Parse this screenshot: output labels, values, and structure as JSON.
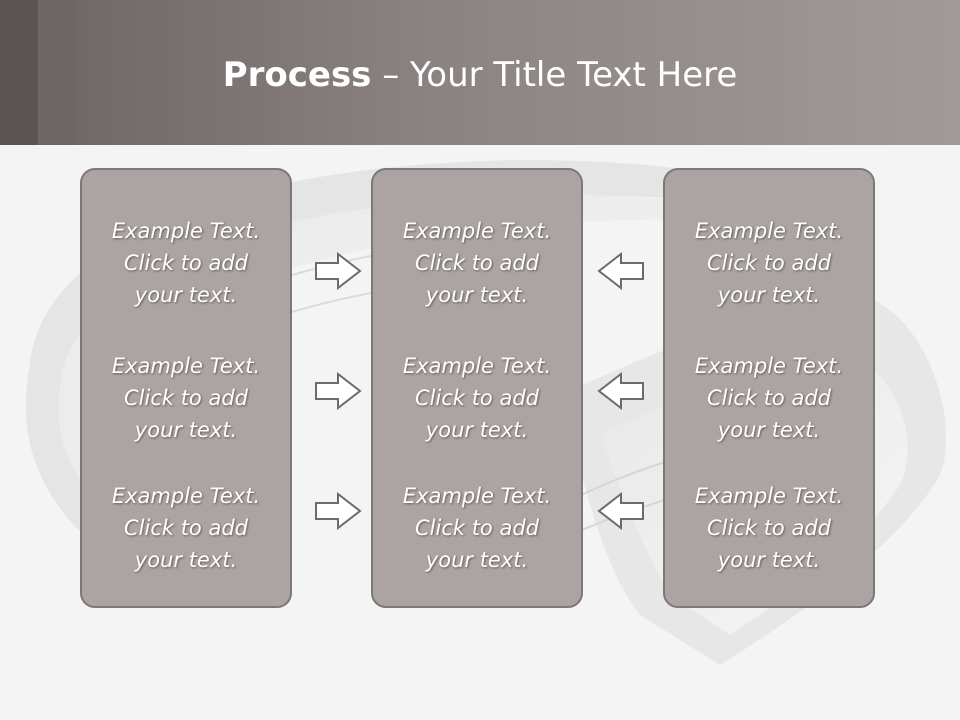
{
  "slide": {
    "title_bold": "Process",
    "title_rest": " – Your Title Text Here"
  },
  "panels": {
    "left": [
      {
        "line1": "Example Text.",
        "line2": "Click  to add",
        "line3": "your text."
      },
      {
        "line1": "Example Text.",
        "line2": "Click  to add",
        "line3": "your text."
      },
      {
        "line1": "Example Text.",
        "line2": "Click  to add",
        "line3": "your text."
      }
    ],
    "middle": [
      {
        "line1": "Example Text.",
        "line2": "Click  to add",
        "line3": "your text."
      },
      {
        "line1": "Example Text.",
        "line2": "Click  to add",
        "line3": "your text."
      },
      {
        "line1": "Example Text.",
        "line2": "Click  to add",
        "line3": "your text."
      }
    ],
    "right": [
      {
        "line1": "Example Text.",
        "line2": "Click  to add",
        "line3": "your text."
      },
      {
        "line1": "Example Text.",
        "line2": "Click  to add",
        "line3": "your text."
      },
      {
        "line1": "Example Text.",
        "line2": "Click  to add",
        "line3": "your text."
      }
    ]
  },
  "arrows": {
    "left_to_middle": [
      "right-arrow-icon",
      "right-arrow-icon",
      "right-arrow-icon"
    ],
    "right_to_middle": [
      "left-arrow-icon",
      "left-arrow-icon",
      "left-arrow-icon"
    ]
  },
  "colors": {
    "header": "#8a8382",
    "panel_fill": "#aca4a3",
    "panel_border": "#7d7777",
    "arrow_stroke": "#6f6a6a",
    "text": "#ffffff"
  }
}
